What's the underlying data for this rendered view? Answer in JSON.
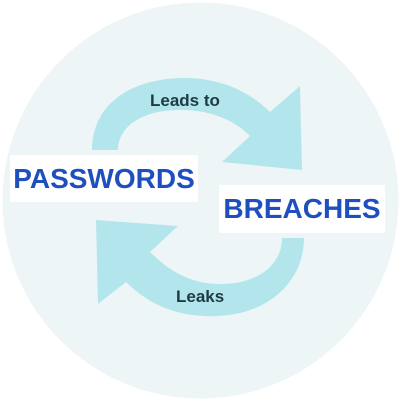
{
  "nodes": {
    "passwords": "PASSWORDS",
    "breaches": "BREACHES"
  },
  "edges": {
    "top": "Leads to",
    "bottom": "Leaks"
  },
  "colors": {
    "circle_background": "#eef5f6",
    "arrow": "#b3e6ec",
    "node_text": "#1f4fbf",
    "node_box": "#ffffff",
    "edge_text": "#1e3a44"
  }
}
